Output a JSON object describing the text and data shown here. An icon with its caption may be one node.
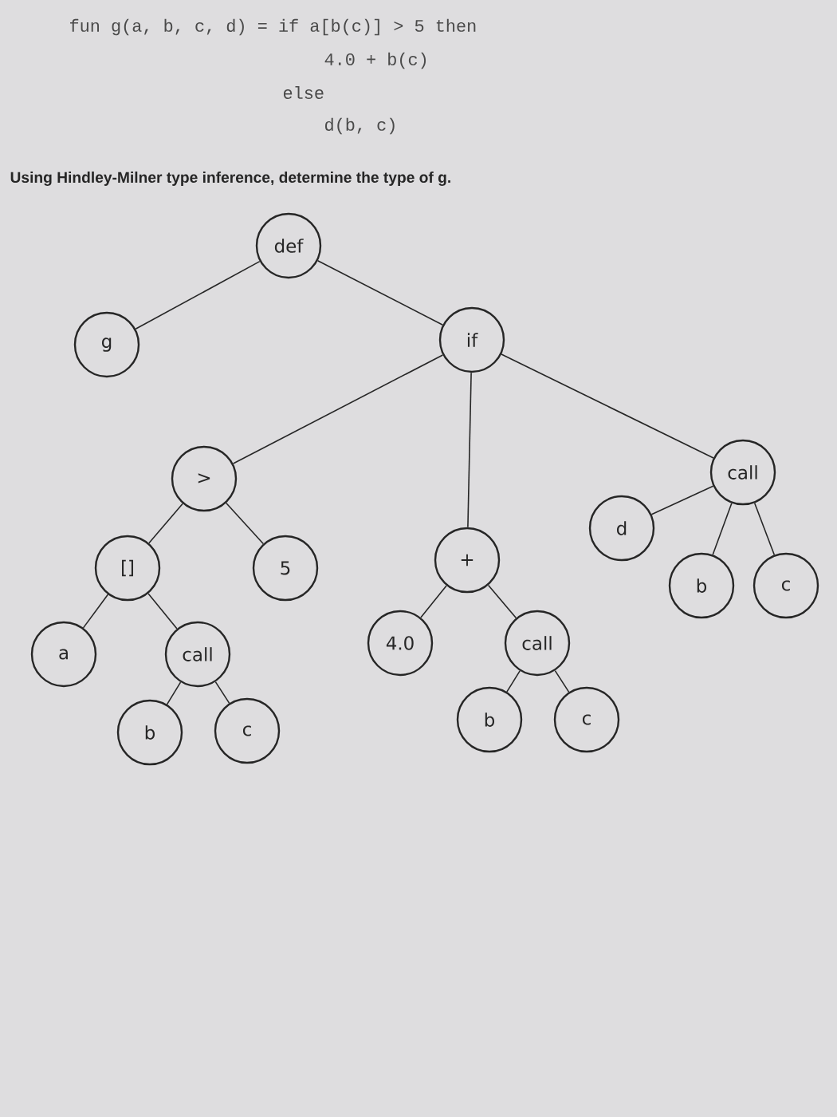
{
  "diagram": {
    "nodes": [
      {
        "text": [
          "def"
        ]
      },
      {
        "text": [
          "g"
        ]
      },
      {
        "text": [
          "if"
        ]
      },
      {
        "text": [
          ">"
        ]
      },
      {
        "text": [
          "call"
        ]
      },
      {
        "text": [
          "d"
        ]
      },
      {
        "text": [
          "[]"
        ]
      },
      {
        "text": [
          "5"
        ]
      },
      {
        "text": [
          "+"
        ]
      },
      {
        "text": [
          "b"
        ]
      },
      {
        "text": [
          "c"
        ]
      },
      {
        "text": [
          "a"
        ]
      },
      {
        "text": [
          "call"
        ]
      },
      {
        "text": [
          "4.0"
        ]
      },
      {
        "text": [
          "call"
        ]
      },
      {
        "text": [
          "b"
        ]
      },
      {
        "text": [
          "c"
        ]
      },
      {
        "text": [
          "b"
        ]
      },
      {
        "text": [
          "c"
        ]
      }
    ],
    "edges": [
      {
        "from": 0,
        "to": 1,
        "arrow": "none"
      },
      {
        "from": 0,
        "to": 2,
        "arrow": "none"
      },
      {
        "from": 2,
        "to": 3,
        "arrow": "none"
      },
      {
        "from": 2,
        "to": 8,
        "arrow": "none"
      },
      {
        "from": 2,
        "to": 4,
        "arrow": "none"
      },
      {
        "from": 4,
        "to": 5,
        "arrow": "none"
      },
      {
        "from": 4,
        "to": 9,
        "arrow": "none"
      },
      {
        "from": 4,
        "to": 10,
        "arrow": "none"
      },
      {
        "from": 3,
        "to": 6,
        "arrow": "none"
      },
      {
        "from": 3,
        "to": 7,
        "arrow": "none"
      },
      {
        "from": 6,
        "to": 11,
        "arrow": "none"
      },
      {
        "from": 6,
        "to": 12,
        "arrow": "none"
      },
      {
        "from": 12,
        "to": 15,
        "arrow": "none"
      },
      {
        "from": 12,
        "to": 16,
        "arrow": "none"
      },
      {
        "from": 8,
        "to": 13,
        "arrow": "none"
      },
      {
        "from": 8,
        "to": 14,
        "arrow": "none"
      },
      {
        "from": 14,
        "to": 17,
        "arrow": "none"
      },
      {
        "from": 14,
        "to": 18,
        "arrow": "none"
      }
    ],
    "labels": [
      "fun g(a, b, c, d) = if a[b(c)] > 5 then",
      "4.0 + b(c)",
      "else",
      "d(b, c)",
      "Using Hindley-Milner type inference, determine the type of g."
    ]
  }
}
